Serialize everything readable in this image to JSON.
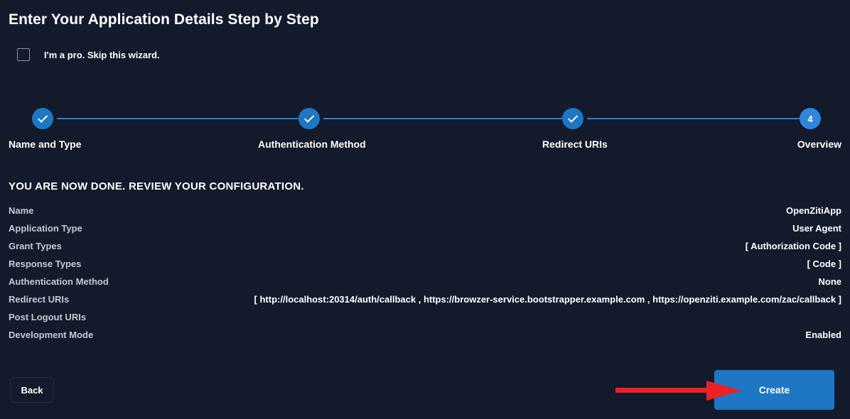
{
  "page": {
    "title": "Enter Your Application Details Step by Step",
    "background_color": "#131a2b",
    "accent_color": "#1d77c4",
    "annotation_color": "#ec2127"
  },
  "skip_wizard": {
    "label": "I'm a pro. Skip this wizard.",
    "checked": false
  },
  "stepper": {
    "steps": [
      {
        "label": "Name and Type",
        "state": "complete",
        "glyph": "check"
      },
      {
        "label": "Authentication Method",
        "state": "complete",
        "glyph": "check"
      },
      {
        "label": "Redirect URIs",
        "state": "complete",
        "glyph": "check"
      },
      {
        "label": "Overview",
        "state": "current",
        "glyph": "4"
      }
    ]
  },
  "review": {
    "heading": "YOU ARE NOW DONE. REVIEW YOUR CONFIGURATION.",
    "rows": [
      {
        "label": "Name",
        "value": "OpenZitiApp"
      },
      {
        "label": "Application Type",
        "value": "User Agent"
      },
      {
        "label": "Grant Types",
        "value": "[ Authorization Code ]"
      },
      {
        "label": "Response Types",
        "value": "[ Code ]"
      },
      {
        "label": "Authentication Method",
        "value": "None"
      },
      {
        "label": "Redirect URIs",
        "value": "[ http://localhost:20314/auth/callback , https://browzer-service.bootstrapper.example.com , https://openziti.example.com/zac/callback ]"
      },
      {
        "label": "Post Logout URIs",
        "value": ""
      },
      {
        "label": "Development Mode",
        "value": "Enabled"
      }
    ]
  },
  "footer": {
    "back_label": "Back",
    "create_label": "Create"
  }
}
